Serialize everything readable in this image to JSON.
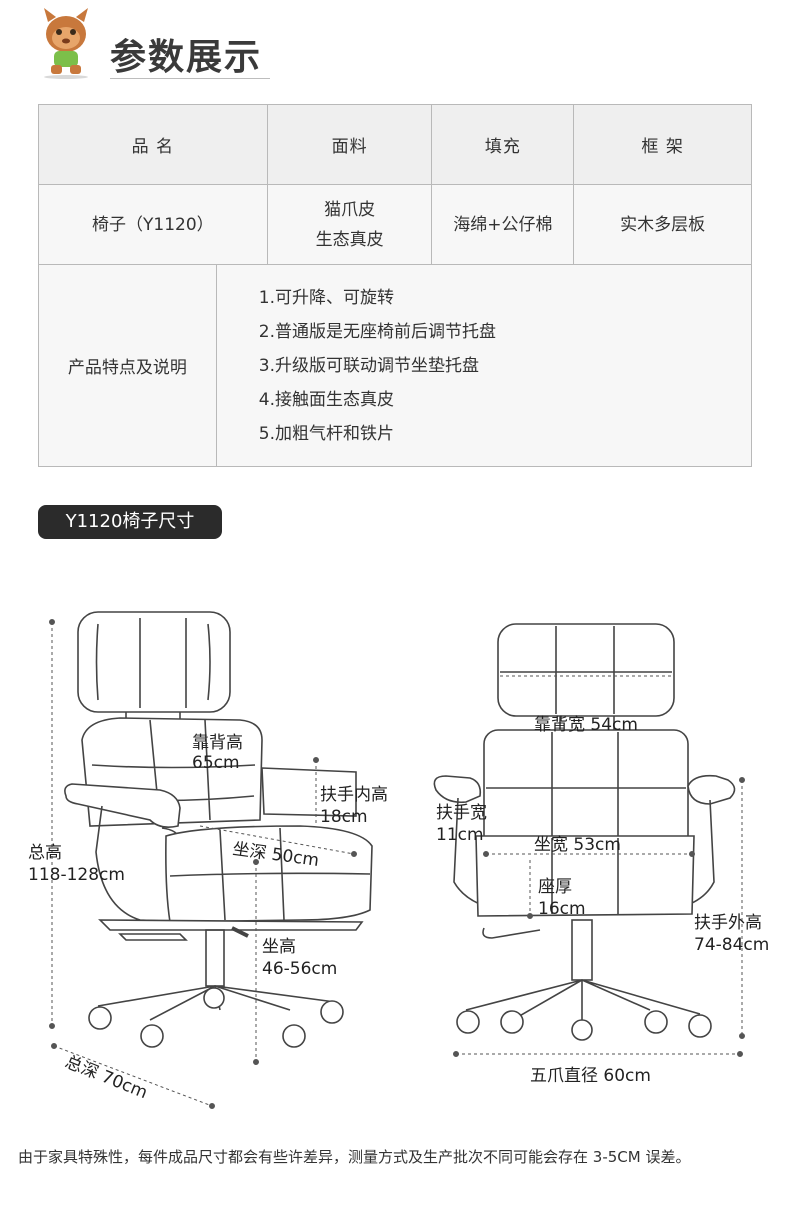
{
  "header": {
    "title": "参数展示"
  },
  "spec_table": {
    "columns": [
      "品 名",
      "面料",
      "填充",
      "框 架"
    ],
    "product": {
      "name": "椅子（Y1120）",
      "fabric_line1": "猫爪皮",
      "fabric_line2": "生态真皮",
      "filling": "海绵+公仔棉",
      "frame": "实木多层板"
    },
    "features_label": "产品特点及说明",
    "features": [
      "1.可升降、可旋转",
      "2.普通版是无座椅前后调节托盘",
      "3.升级版可联动调节坐垫托盘",
      "4.接触面生态真皮",
      "5.加粗气杆和铁片"
    ]
  },
  "dimension_section": {
    "label": "Y1120椅子尺寸"
  },
  "side_view": {
    "back_height_label": "靠背高",
    "back_height_value": "65cm",
    "arm_inner_label": "扶手内高",
    "arm_inner_value": "18cm",
    "total_height_label": "总高",
    "total_height_value": "118-128cm",
    "seat_depth": "坐深 50cm",
    "seat_height_label": "坐高",
    "seat_height_value": "46-56cm",
    "total_depth": "总深 70cm"
  },
  "front_view": {
    "back_width": "靠背宽 54cm",
    "arm_width_label": "扶手宽",
    "arm_width_value": "11cm",
    "seat_width": "坐宽 53cm",
    "seat_thick_label": "座厚",
    "seat_thick_value": "16cm",
    "arm_outer_label": "扶手外高",
    "arm_outer_value": "74-84cm",
    "base_diameter": "五爪直径 60cm"
  },
  "footnote": "由于家具特殊性，每件成品尺寸都会有些许差异，测量方式及生产批次不同可能会存在 3-5CM 误差。"
}
